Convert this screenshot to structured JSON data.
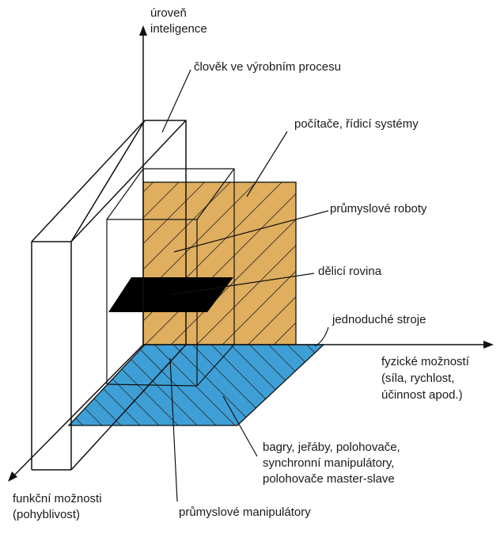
{
  "colors": {
    "wall_fill": "#dfae5e",
    "floor_fill": "#3e9fd6",
    "plane_fill": "#000000",
    "line": "#111111"
  },
  "axes": {
    "vertical": [
      "úroveň",
      "inteligence"
    ],
    "horizontal": [
      "fyzické možností",
      "(síla, rychlost,",
      "účinnost apod.)"
    ],
    "depth": [
      "funkční možnosti",
      "(pohyblivost)"
    ]
  },
  "labels": {
    "human": "člověk ve výrobním procesu",
    "computers": "počítače, řídicí systémy",
    "robots": "průmyslové roboty",
    "dividing_plane": "dělicí rovina",
    "simple_machines": "jednoduché stroje",
    "machines": [
      "bagry, jeřáby, polohovače,",
      "synchronní manipulátory,",
      "polohovače master-slave"
    ],
    "manipulators": "průmyslové manipulátory"
  }
}
